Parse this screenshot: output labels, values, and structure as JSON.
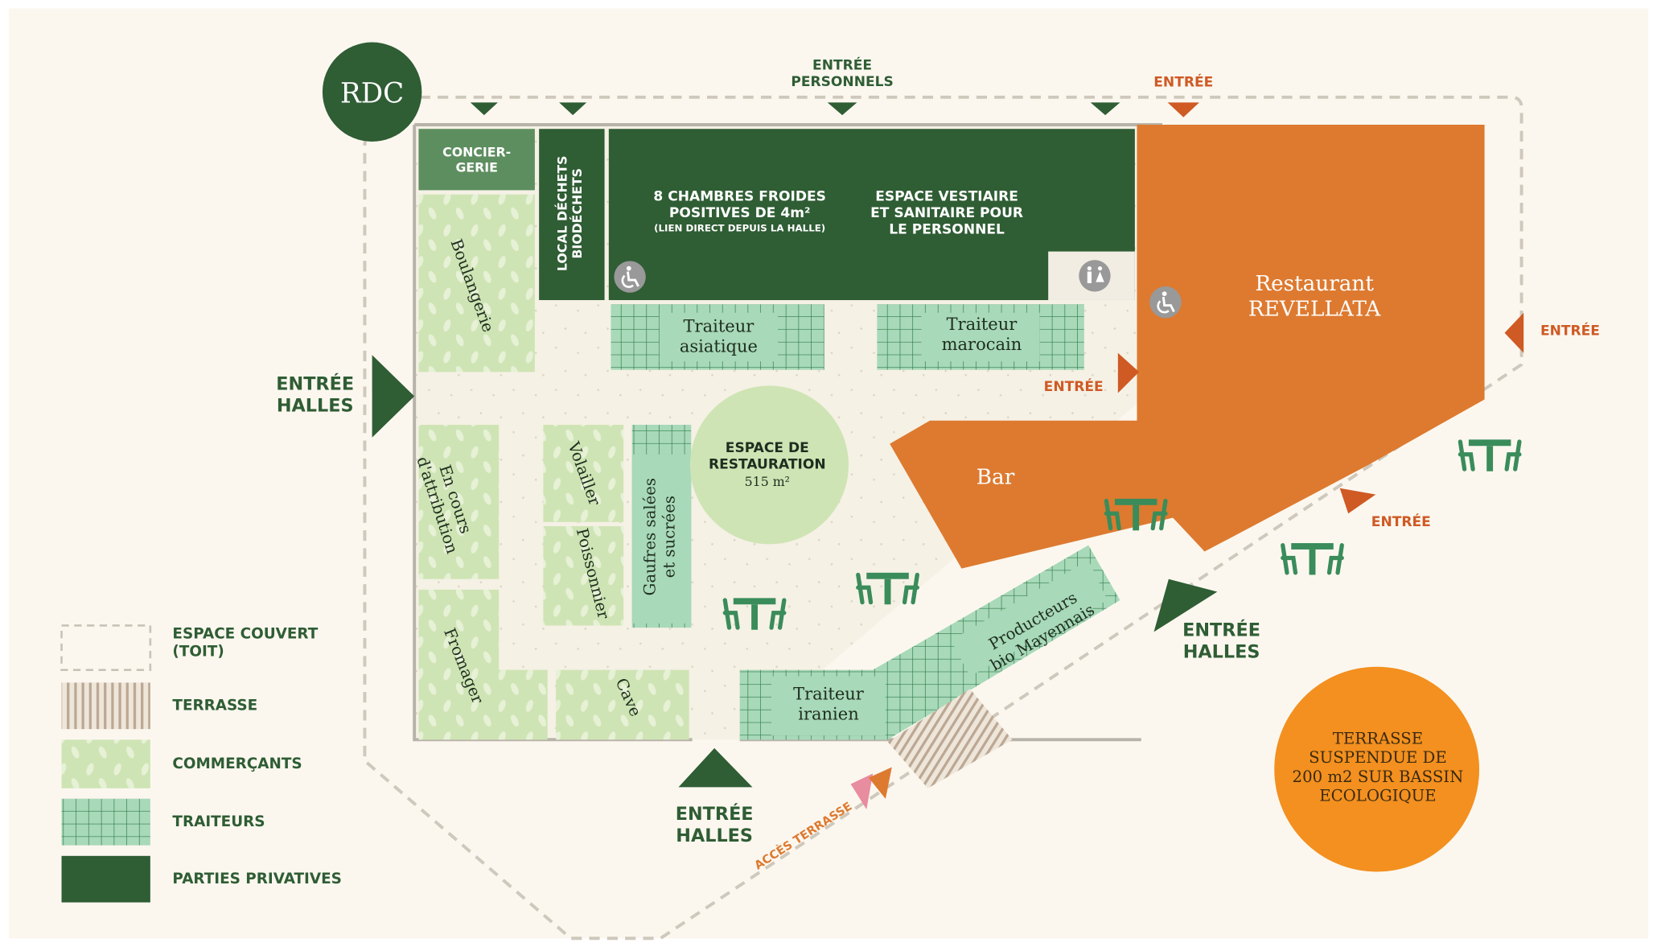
{
  "level_badge": "RDC",
  "colors": {
    "background": "#fbf7ef",
    "dark_green": "#2f5d34",
    "mid_green": "#5d8e5f",
    "light_green": "#cfe4b4",
    "traiteur_green": "#a8d9b8",
    "orange": "#dd7a30",
    "bright_orange": "#f3901f",
    "entry_red": "#cf5a24",
    "pink": "#e88ca0",
    "terrace_beige": "#d8c9b6"
  },
  "entrances": {
    "personnels": "ENTRÉE\nPERSONNELS",
    "top_right": "ENTRÉE",
    "right": "ENTRÉE",
    "middle": "ENTRÉE",
    "lower": "ENTRÉE",
    "halles_left": "ENTRÉE\nHALLES",
    "halles_bottom": "ENTRÉE\nHALLES",
    "halles_right": "ENTRÉE\nHALLES",
    "acces_terrasse": "ACCÈS TERRASSE"
  },
  "rooms": {
    "conciergerie": "CONCIER-\nGERIE",
    "local_dechets": "LOCAL DÉCHETS\nBIODÉCHETS",
    "chambres_froides": "8 CHAMBRES FROIDES\nPOSITIVES DE 4m²",
    "chambres_froides_note": "(LIEN DIRECT DEPUIS LA HALLE)",
    "vestiaire": "ESPACE VESTIAIRE\nET SANITAIRE POUR\nLE PERSONNEL",
    "restaurant": "Restaurant\nREVELLATA",
    "bar": "Bar",
    "boulangerie": "Boulangerie",
    "en_cours": "En cours\nd'attribution",
    "volailler": "Volailler",
    "poissonnier": "Poissonnier",
    "gaufres": "Gaufres salées\net sucrées",
    "fromager": "Fromager",
    "cave": "Cave",
    "traiteur_asiatique": "Traiteur\nasiatique",
    "traiteur_marocain": "Traiteur\nmarocain",
    "traiteur_iranien": "Traiteur\niranien",
    "producteurs": "Producteurs\nbio Mayennais",
    "espace_restauration": "ESPACE DE\nRESTAURATION",
    "espace_restauration_area": "515 m²",
    "terrasse_suspendue": "TERRASSE\nSUSPENDUE DE\n200 m2 SUR BASSIN\nECOLOGIQUE"
  },
  "icons": [
    "wheelchair-icon",
    "toilet-icon",
    "table-chairs-icon",
    "entrance-arrow-icon"
  ],
  "legend": [
    {
      "label": "ESPACE COUVERT\n(TOIT)",
      "swatch": "dashed-outline"
    },
    {
      "label": "TERRASSE",
      "swatch": "vertical-stripes"
    },
    {
      "label": "COMMERÇANTS",
      "swatch": "light-green-leaves"
    },
    {
      "label": "TRAITEURS",
      "swatch": "green-grid"
    },
    {
      "label": "PARTIES PRIVATIVES",
      "swatch": "dark-green"
    }
  ]
}
